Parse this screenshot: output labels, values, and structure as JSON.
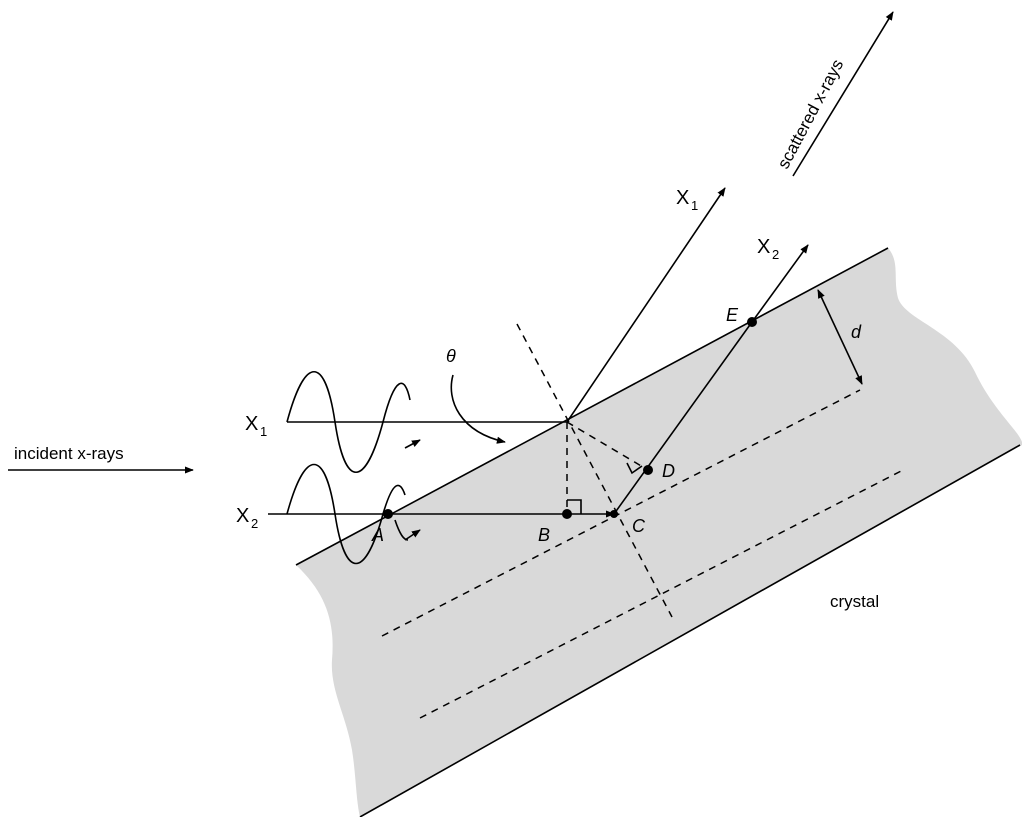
{
  "labels": {
    "incident": "incident x-rays",
    "scattered": "scattered x-rays",
    "crystal": "crystal",
    "theta": "θ",
    "d": "d",
    "point_a": "A",
    "point_b": "B",
    "point_c": "C",
    "point_d": "D",
    "point_e": "E",
    "ray_letter": "X",
    "sub_1": "1",
    "sub_2": "2"
  },
  "colors": {
    "crystal_fill": "#d9d9d9",
    "ink": "#000000"
  }
}
